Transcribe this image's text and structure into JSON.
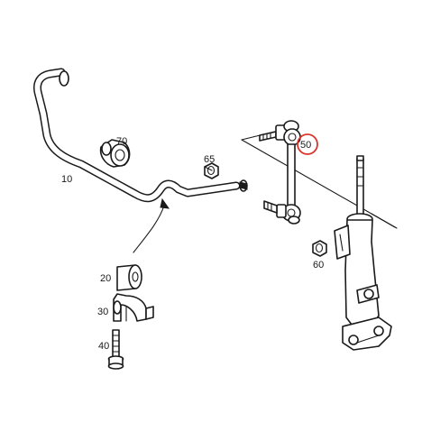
{
  "diagram": {
    "callouts": [
      {
        "id": "stabilizer-bar",
        "number": "10"
      },
      {
        "id": "bushing",
        "number": "20"
      },
      {
        "id": "clamp",
        "number": "30"
      },
      {
        "id": "bolt",
        "number": "40"
      },
      {
        "id": "link",
        "number": "50",
        "highlighted": true
      },
      {
        "id": "nut-strut",
        "number": "60"
      },
      {
        "id": "nut-bar",
        "number": "65"
      },
      {
        "id": "bar-bushing",
        "number": "70"
      }
    ],
    "highlight_color": "#d9342b",
    "line_color": "#1a1a1a"
  }
}
